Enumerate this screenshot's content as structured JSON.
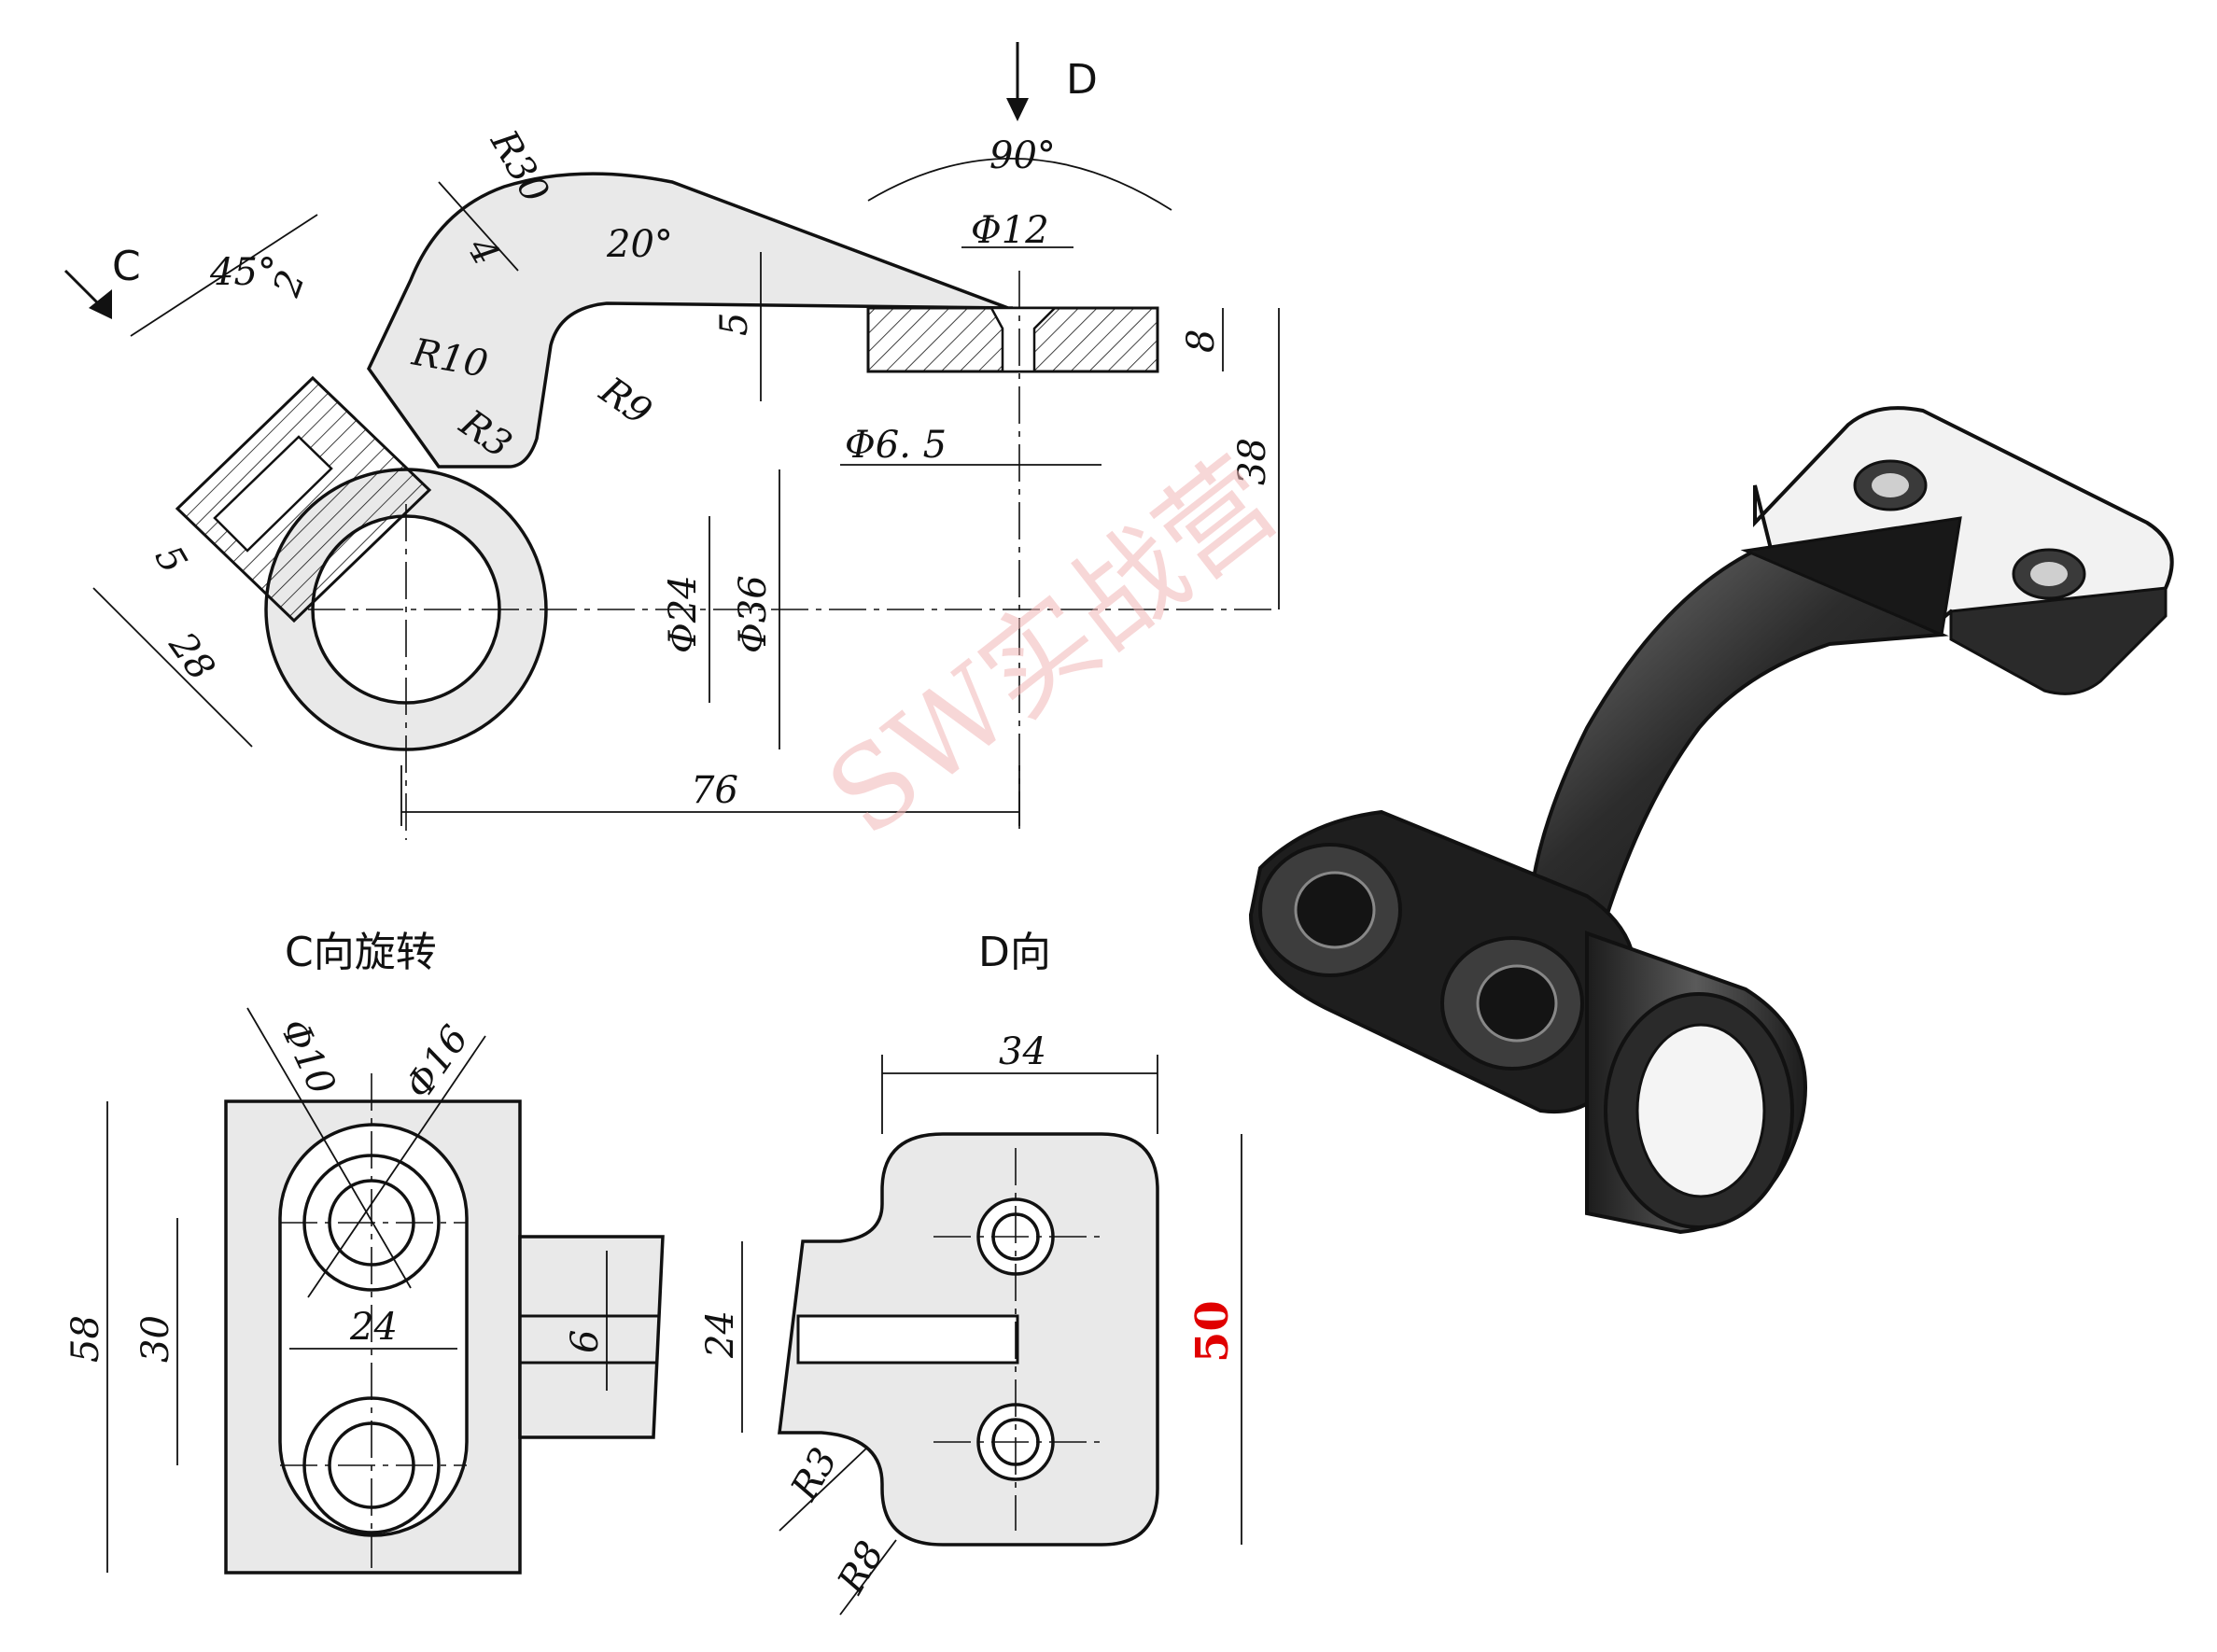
{
  "views": {
    "c_view_title": "C向旋转",
    "d_view_title": "D向",
    "arrow_c": "C",
    "arrow_d": "D"
  },
  "dims_main": {
    "r30": "R30",
    "a90": "90°",
    "a20": "20°",
    "a45": "45°",
    "d12": "Φ12",
    "d4": "4",
    "d2": "2",
    "d5a": "5",
    "d8": "8",
    "r10": "R10",
    "r9": "R9",
    "r3": "R3",
    "d65": "Φ6. 5",
    "d38": "38",
    "d24": "Φ24",
    "d36": "Φ36",
    "d5b": "5",
    "d28": "28",
    "d76": "76"
  },
  "dims_c": {
    "d10": "Φ10",
    "d16": "Φ16",
    "d58": "58",
    "d30": "30",
    "d24": "24",
    "d6": "6"
  },
  "dims_d": {
    "d34": "34",
    "d24": "24",
    "d50": "50",
    "r3": "R3",
    "r8": "R8"
  },
  "watermark": "SW实战营",
  "colors": {
    "watermark": "#f2b8b8",
    "highlight_dim": "#e00000",
    "part_fill": "#e9e9e9",
    "render_dark": "#2b2b2b"
  }
}
